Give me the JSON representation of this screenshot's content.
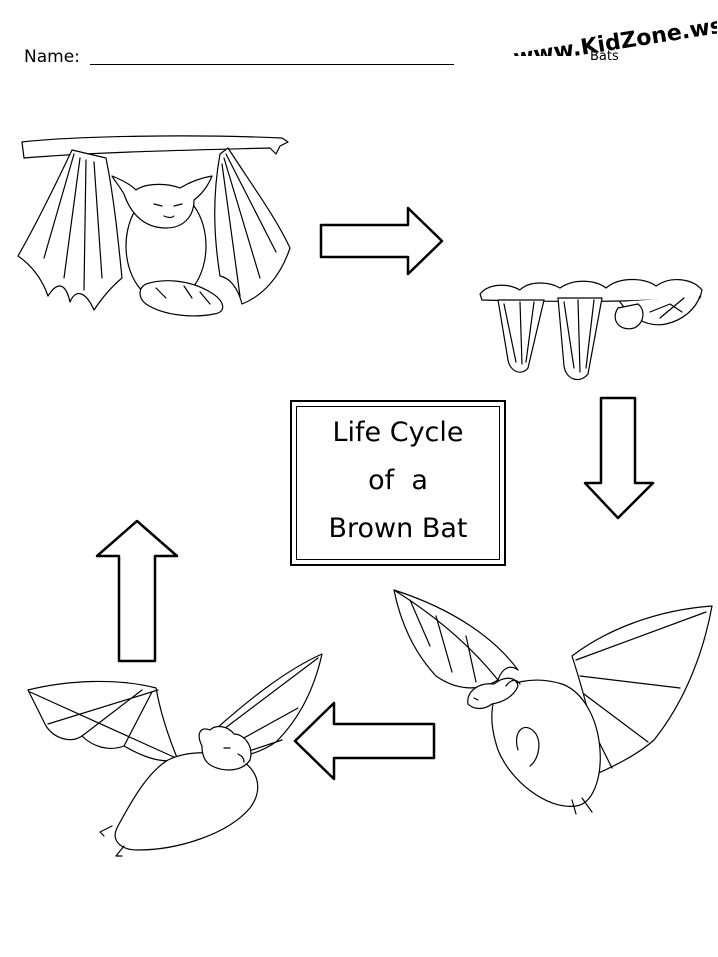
{
  "header": {
    "name_label": "Name:",
    "brand": "www.KidZone.ws",
    "topic": "Bats"
  },
  "center": {
    "line1": "Life Cycle",
    "line2": "of  a",
    "line3": "Brown Bat"
  },
  "stages": [
    {
      "id": "mother-with-pup",
      "icon": "bat-mother-hanging-icon"
    },
    {
      "id": "pups-cluster",
      "icon": "bat-pups-hanging-icon"
    },
    {
      "id": "young-flying",
      "icon": "bat-young-flying-icon"
    },
    {
      "id": "adult-flying",
      "icon": "bat-adult-flying-icon"
    }
  ],
  "arrows": [
    "right",
    "down",
    "left",
    "up"
  ]
}
